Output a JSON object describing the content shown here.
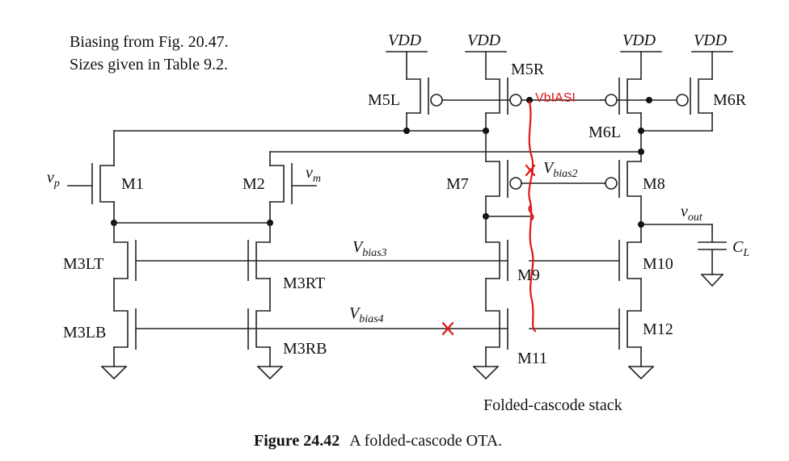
{
  "notes": {
    "line1": "Biasing from Fig. 20.47.",
    "line2": "Sizes given in Table 9.2."
  },
  "supply": {
    "label": "VDD"
  },
  "transistors": {
    "m5l": "M5L",
    "m5r": "M5R",
    "m6l": "M6L",
    "m6r": "M6R",
    "m1": "M1",
    "m2": "M2",
    "m7": "M7",
    "m8": "M8",
    "m3lt": "M3LT",
    "m3rt": "M3RT",
    "m9": "M9",
    "m10": "M10",
    "m3lb": "M3LB",
    "m3rb": "M3RB",
    "m11": "M11",
    "m12": "M12"
  },
  "nets": {
    "vp": "v",
    "vp_sub": "p",
    "vm": "v",
    "vm_sub": "m",
    "vout": "v",
    "vout_sub": "out",
    "vbias2": "V",
    "vbias2_sub": "bias2",
    "vbias3": "V",
    "vbias3_sub": "bias3",
    "vbias4": "V",
    "vbias4_sub": "bias4",
    "cl": "C",
    "cl_sub": "L"
  },
  "annotation": {
    "handwritten": "VbIASI"
  },
  "stack_label": "Folded-cascode stack",
  "caption": {
    "figure": "Figure 24.42",
    "text": "A folded-cascode OTA."
  }
}
